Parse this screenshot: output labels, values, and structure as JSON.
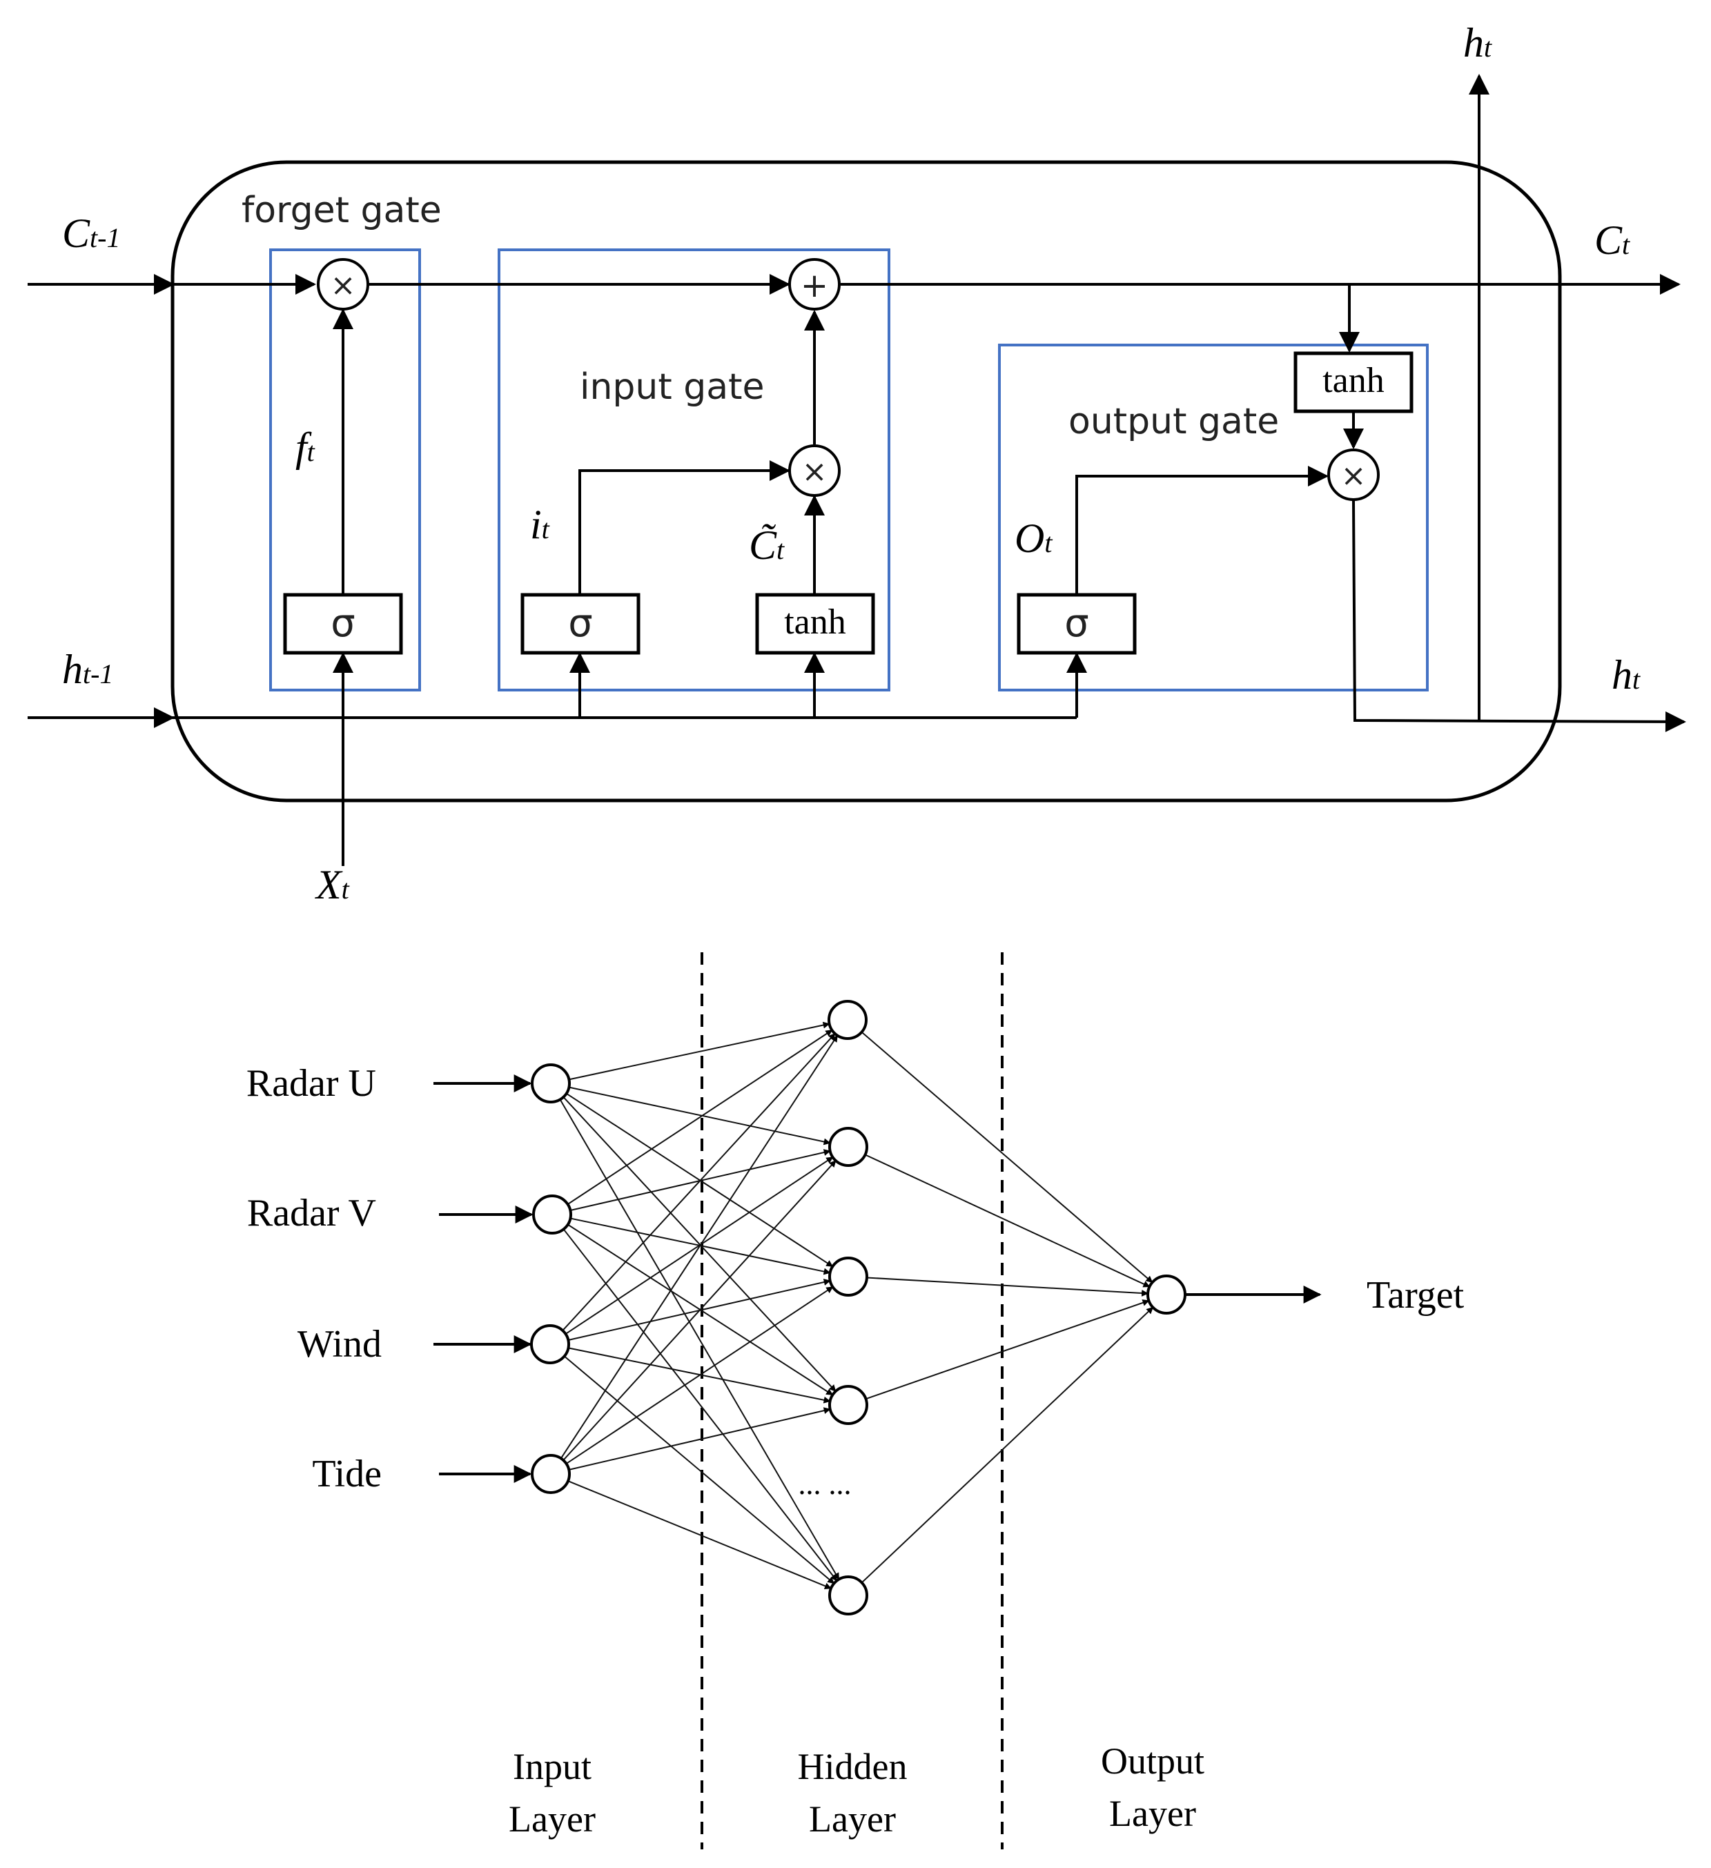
{
  "lstm": {
    "gates": {
      "forget": "forget gate",
      "input": "input gate",
      "output": "output gate"
    },
    "ops": {
      "multiply": "×",
      "add": "+",
      "sigma": "σ",
      "tanh": "tanh"
    },
    "signals": {
      "c_prev_main": "C",
      "c_prev_sub": "t-1",
      "h_prev_main": "h",
      "h_prev_sub": "t-1",
      "c_out_main": "C",
      "c_out_sub": "t",
      "h_out_main": "h",
      "h_out_sub": "t",
      "h_top_main": "h",
      "h_top_sub": "t",
      "x_main": "X",
      "x_sub": "t",
      "f_main": "f",
      "f_sub": "t",
      "i_main": "i",
      "i_sub": "t",
      "ctilde_main": "C̃",
      "ctilde_sub": "t",
      "o_main": "O",
      "o_sub": "t"
    }
  },
  "network": {
    "inputs": [
      "Radar U",
      "Radar V",
      "Wind",
      "Tide"
    ],
    "ellipsis": "... ...",
    "target": "Target",
    "layers": {
      "input": [
        "Input",
        "Layer"
      ],
      "hidden": [
        "Hidden",
        "Layer"
      ],
      "output": [
        "Output",
        "Layer"
      ]
    }
  }
}
